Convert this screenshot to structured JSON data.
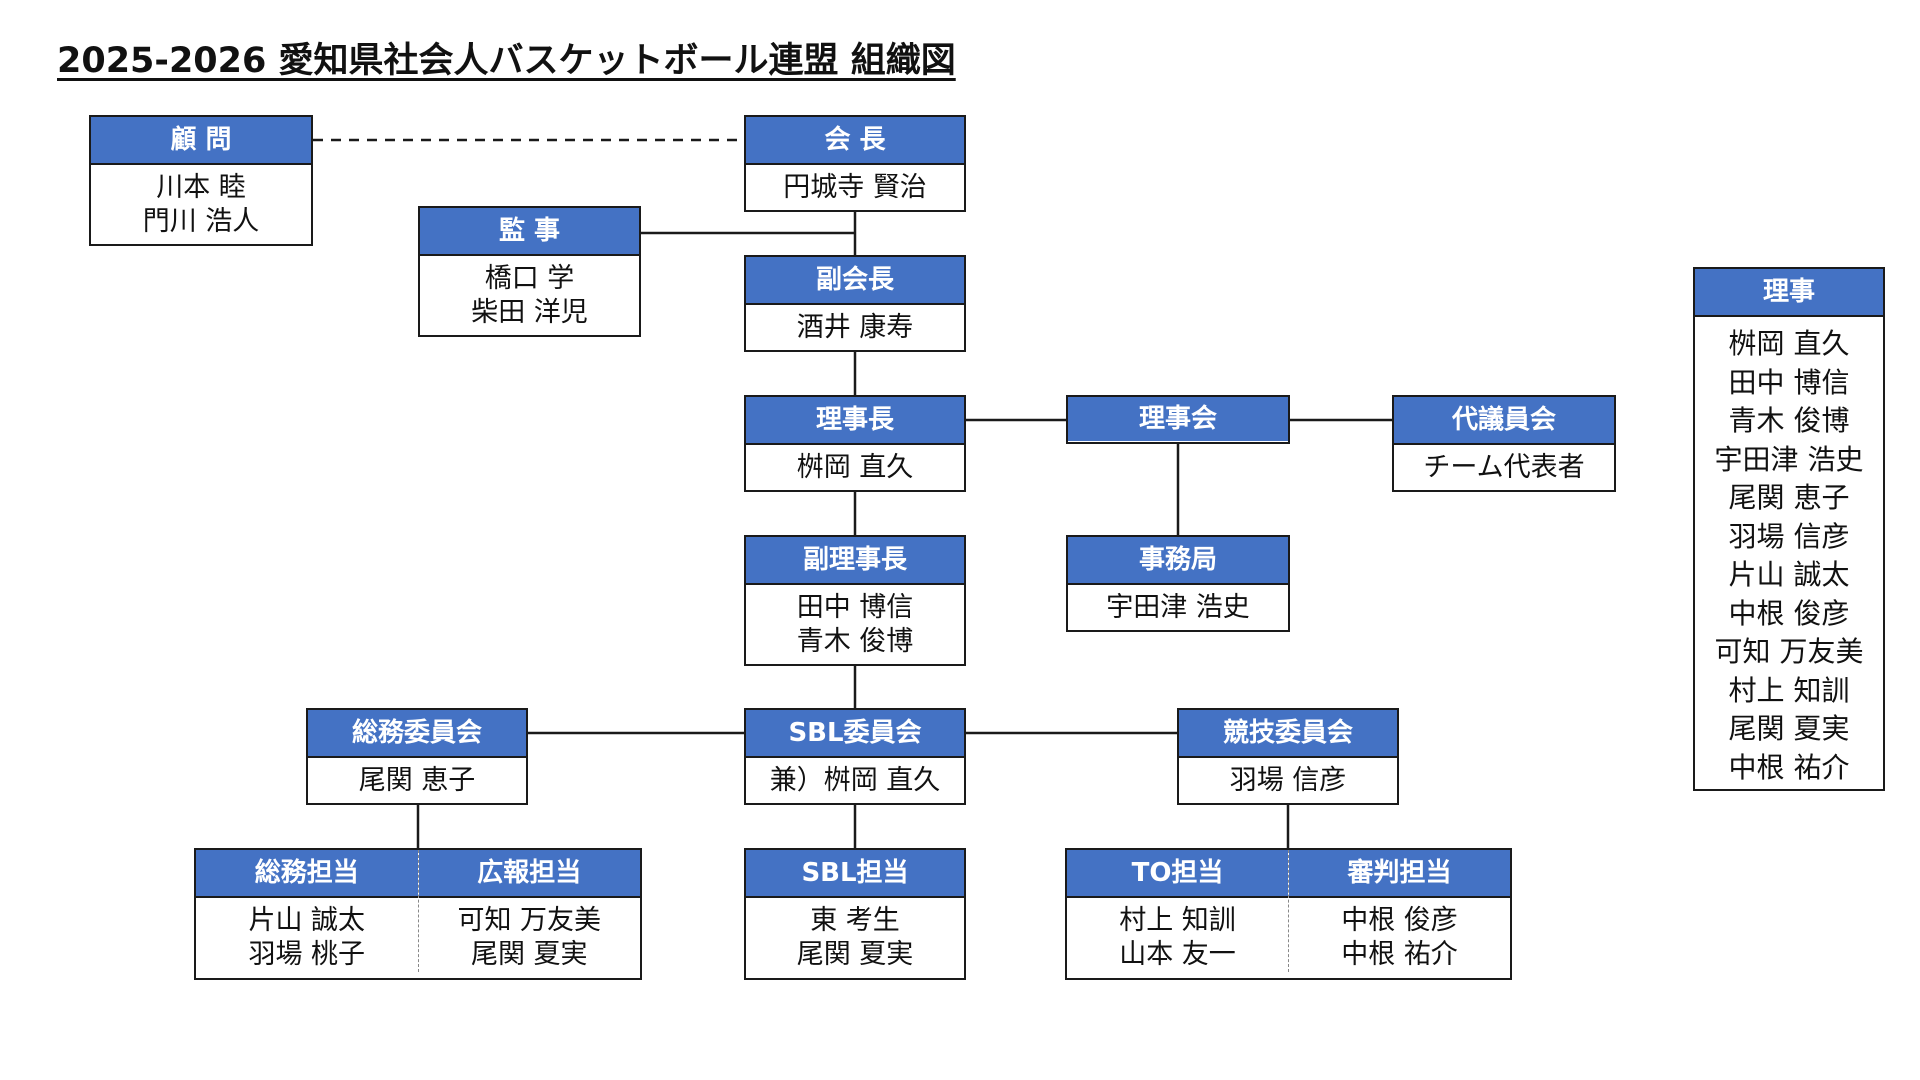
{
  "title": "2025-2026 愛知県社会人バスケットボール連盟 組織図",
  "colors": {
    "header": "#4472c4",
    "border": "#1a1a1a",
    "header_text": "#ffffff"
  },
  "komon": {
    "label": "顧 問",
    "members": [
      "川本 睦",
      "門川 浩人"
    ]
  },
  "kaicho": {
    "label": "会 長",
    "members": [
      "円城寺 賢治"
    ]
  },
  "kanji": {
    "label": "監 事",
    "members": [
      "橋口 学",
      "柴田 洋児"
    ]
  },
  "fukukaicho": {
    "label": "副会長",
    "members": [
      "酒井 康寿"
    ]
  },
  "rijicho": {
    "label": "理事長",
    "members": [
      "桝岡 直久"
    ]
  },
  "rijikai": {
    "label": "理事会"
  },
  "daigiinkai": {
    "label": "代議員会",
    "members": [
      "チーム代表者"
    ]
  },
  "jimukyoku": {
    "label": "事務局",
    "members": [
      "宇田津 浩史"
    ]
  },
  "fukurijicho": {
    "label": "副理事長",
    "members": [
      "田中 博信",
      "青木 俊博"
    ]
  },
  "somu_iinkai": {
    "label": "総務委員会",
    "members": [
      "尾関 恵子"
    ]
  },
  "sbl_iinkai": {
    "label": "SBL委員会",
    "members": [
      "兼）桝岡 直久"
    ]
  },
  "kyogi_iinkai": {
    "label": "競技委員会",
    "members": [
      "羽場 信彦"
    ]
  },
  "somu_tanto": {
    "label": "総務担当",
    "members": [
      "片山 誠太",
      "羽場 桃子"
    ]
  },
  "koho_tanto": {
    "label": "広報担当",
    "members": [
      "可知 万友美",
      "尾関 夏実"
    ]
  },
  "sbl_tanto": {
    "label": "SBL担当",
    "members": [
      "東 考生",
      "尾関 夏実"
    ]
  },
  "to_tanto": {
    "label": "TO担当",
    "members": [
      "村上 知訓",
      "山本 友一"
    ]
  },
  "shinpan_tanto": {
    "label": "審判担当",
    "members": [
      "中根 俊彦",
      "中根 祐介"
    ]
  },
  "riji": {
    "label": "理事",
    "members": [
      "桝岡 直久",
      "田中 博信",
      "青木 俊博",
      "宇田津 浩史",
      "尾関 恵子",
      "羽場 信彦",
      "片山 誠太",
      "中根 俊彦",
      "可知 万友美",
      "村上 知訓",
      "尾関 夏実",
      "中根 祐介"
    ]
  }
}
